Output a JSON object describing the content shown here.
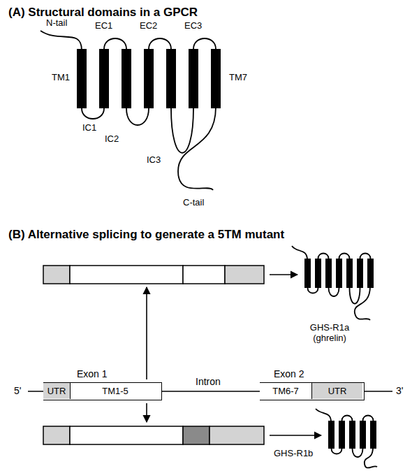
{
  "diagram": {
    "nodes": [
      {
        "text": [
          "Exon 1"
        ]
      },
      {
        "text": [
          "UTR"
        ],
        "in": 0
      },
      {
        "text": [
          "TM1-5"
        ],
        "in": 0
      },
      {
        "text": [
          "Exon 2"
        ]
      },
      {
        "text": [
          "TM6-7"
        ],
        "in": 3
      },
      {
        "text": [
          "UTR"
        ],
        "in": 3
      }
    ],
    "labels": [
      "(A) Structural domains in a GPCR",
      "N-tail",
      "EC1",
      "EC2",
      "EC3",
      "TM1",
      "TM7",
      "IC1",
      "IC2",
      "IC3",
      "C-tail",
      "(B) Alternative splicing to generate a 5TM mutant",
      "Intron",
      "5'",
      "3'",
      "GHS-R1a (ghrelin)",
      "GHS-R1b"
    ]
  }
}
